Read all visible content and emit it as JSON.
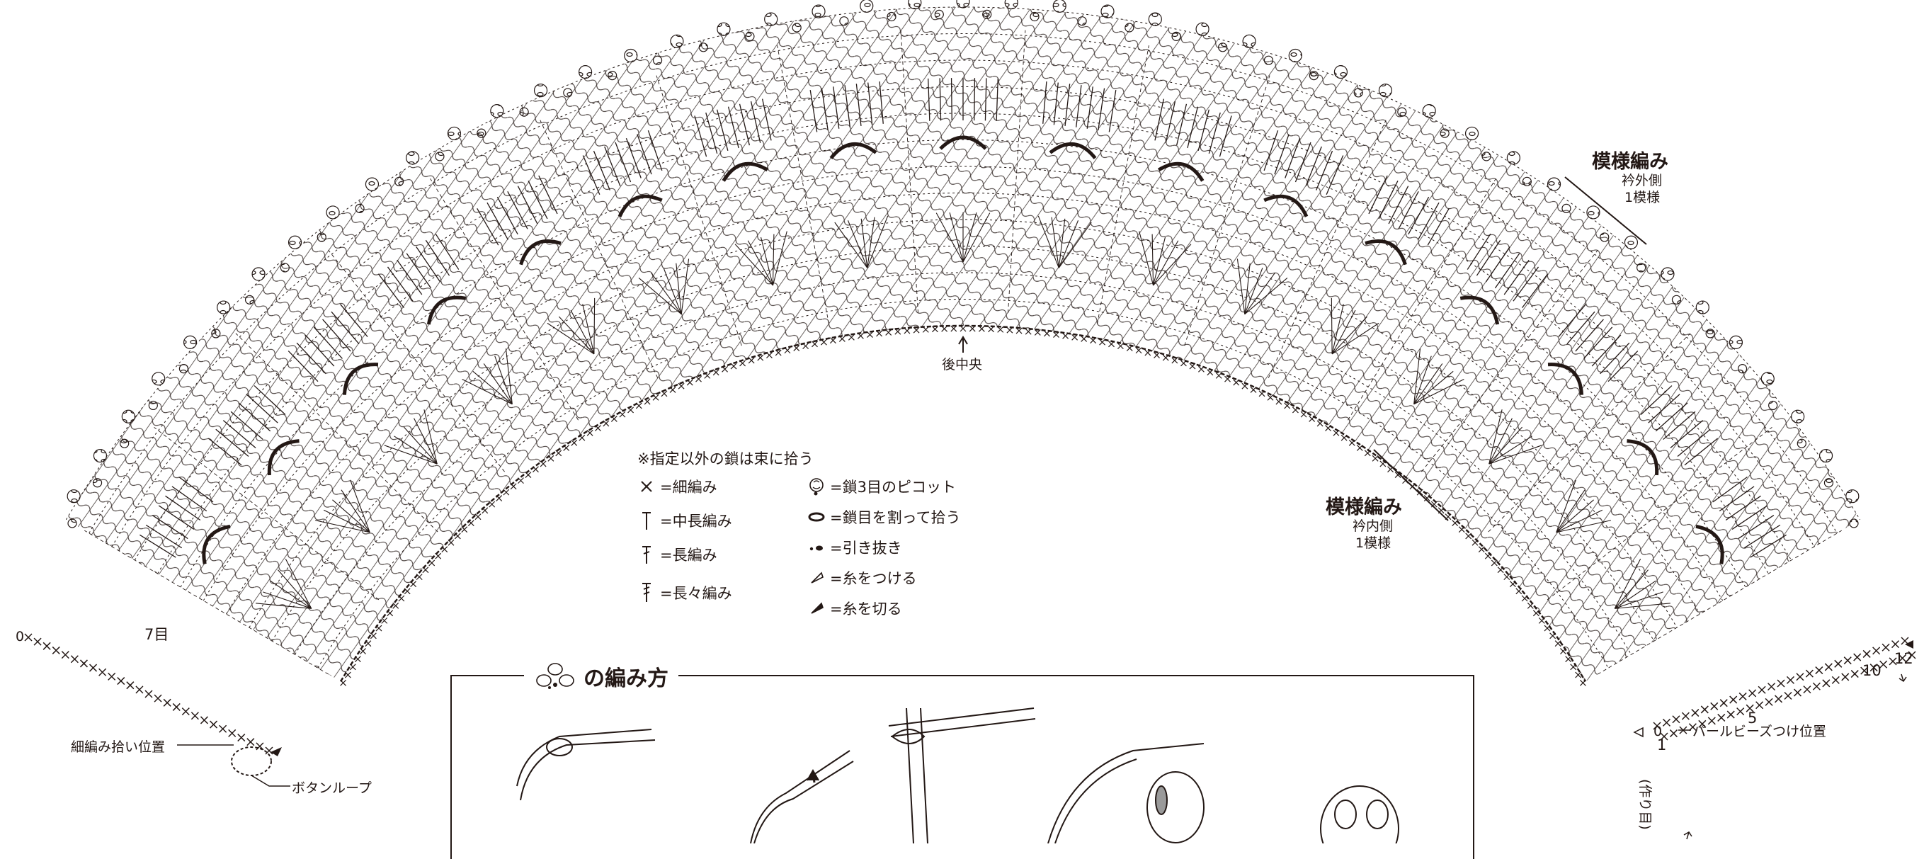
{
  "labels": {
    "back_center": "後中央",
    "outer_pattern_title": "模様編み",
    "outer_pattern_sub1": "衿外側",
    "outer_pattern_sub2": "1模様",
    "inner_pattern_title": "模様編み",
    "inner_pattern_sub1": "衿内側",
    "inner_pattern_sub2": "1模様",
    "pickup_note": "細編み拾い位置",
    "button_loop": "ボタンループ",
    "pearl_bead": "パールビーズつけ位置",
    "stitch_7": "7目",
    "row_10": "10",
    "row_12": "12",
    "row_5": "5",
    "row_1": "1",
    "row_0": "0",
    "foundation": "(作り目)"
  },
  "legend": {
    "note": "※指定以外の鎖は束に拾う",
    "items_left": [
      {
        "icon": "single-crochet-icon",
        "text": "=細編み"
      },
      {
        "icon": "half-double-crochet-icon",
        "text": "=中長編み"
      },
      {
        "icon": "double-crochet-icon",
        "text": "=長編み"
      },
      {
        "icon": "treble-crochet-icon",
        "text": "=長々編み"
      }
    ],
    "items_right": [
      {
        "icon": "picot-icon",
        "text": "=鎖3目のピコット"
      },
      {
        "icon": "split-chain-icon",
        "text": "=鎖目を割って拾う"
      },
      {
        "icon": "slip-stitch-icon",
        "text": "=引き抜き"
      },
      {
        "icon": "join-yarn-icon",
        "text": "=糸をつける"
      },
      {
        "icon": "cut-yarn-icon",
        "text": "=糸を切る"
      }
    ]
  },
  "howto": {
    "title": "の編み方",
    "icon": "picot-icon"
  },
  "colors": {
    "ink": "#231815",
    "accent_gray": "#9a9a9a"
  }
}
